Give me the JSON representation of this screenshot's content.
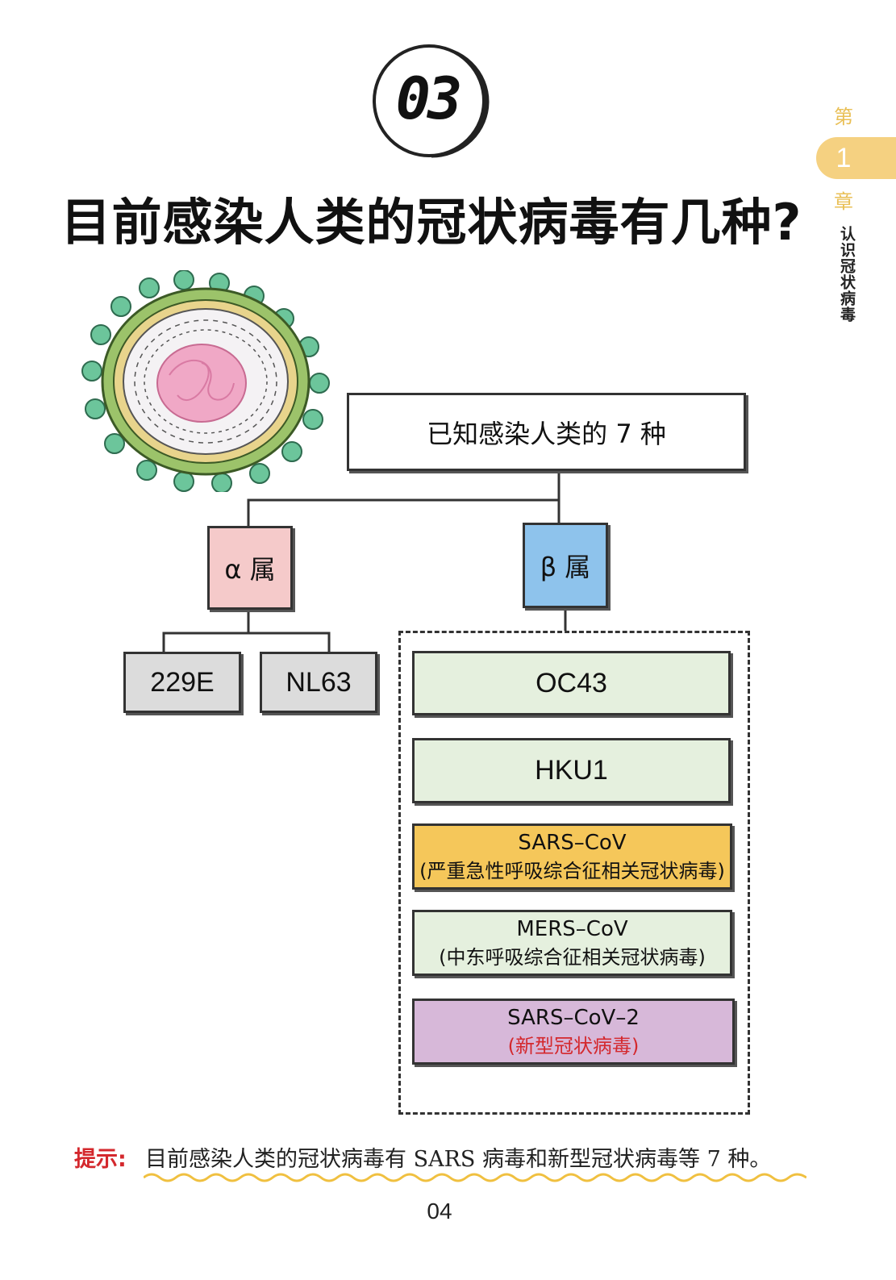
{
  "section_number": "03",
  "title": "目前感染人类的冠状病毒有几种?",
  "chapter": {
    "prefix": "第",
    "number": "1",
    "suffix": "章",
    "name": "认识冠状病毒"
  },
  "diagram": {
    "root": "已知感染人类的 7 种",
    "alpha": {
      "label": "α 属",
      "children": [
        "229E",
        "NL63"
      ]
    },
    "beta": {
      "label": "β 属",
      "children": [
        {
          "name": "OC43",
          "note": ""
        },
        {
          "name": "HKU1",
          "note": ""
        },
        {
          "name": "SARS–CoV",
          "note": "(严重急性呼吸综合征相关冠状病毒)"
        },
        {
          "name": "MERS–CoV",
          "note": "(中东呼吸综合征相关冠状病毒)"
        },
        {
          "name": "SARS–CoV–2",
          "note": "(新型冠状病毒)"
        }
      ]
    }
  },
  "hint": {
    "label": "提示:",
    "text": "目前感染人类的冠状病毒有 SARS 病毒和新型冠状病毒等 7 种。"
  },
  "page_number": "04",
  "colors": {
    "accent_yellow": "#f5d181",
    "hint_red": "#d4282d"
  }
}
